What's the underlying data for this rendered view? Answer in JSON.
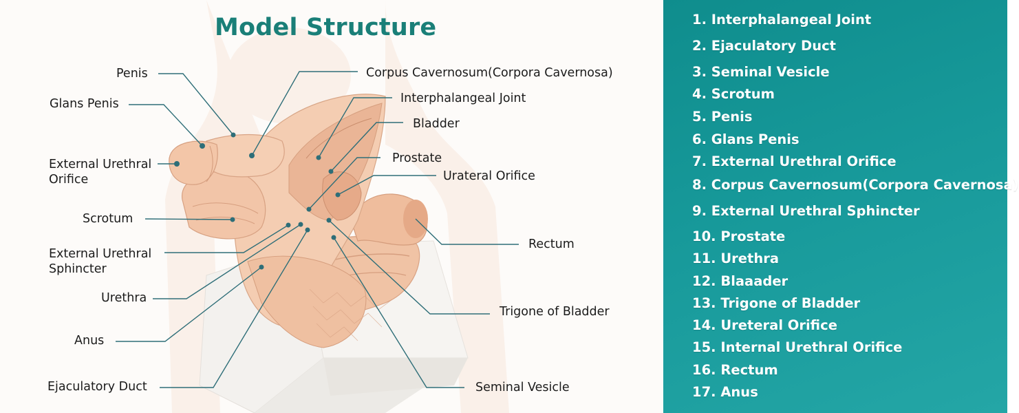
{
  "title": "Model Structure",
  "colors": {
    "title": "#1a7f78",
    "leader_line": "#2e6e78",
    "legend_background": "#139595",
    "model_skin": "#f2c9ae",
    "base": "#f3f1ee"
  },
  "labels": {
    "penis": "Penis",
    "glans_penis": "Glans Penis",
    "external_urethral_orifice_line1": "External Urethral",
    "external_urethral_orifice_line2": "Orifice",
    "scrotum": "Scrotum",
    "external_urethral_sphincter_line1": "External Urethral",
    "external_urethral_sphincter_line2": "Sphincter",
    "urethra": "Urethra",
    "anus": "Anus",
    "ejaculatory_duct": "Ejaculatory Duct",
    "corpus_cavernosum": "Corpus Cavernosum(Corpora Cavernosa)",
    "interphalangeal_joint": "Interphalangeal Joint",
    "bladder": "Bladder",
    "prostate": "Prostate",
    "urateral_orifice": "Urateral Orifice",
    "rectum": "Rectum",
    "trigone_of_bladder": "Trigone of Bladder",
    "seminal_vesicle": "Seminal Vesicle"
  },
  "legend": [
    "1. Interphalangeal Joint",
    "2. Ejaculatory Duct",
    "3. Seminal Vesicle",
    "4. Scrotum",
    "5. Penis",
    "6. Glans Penis",
    "7. External Urethral Orifice",
    "8. Corpus Cavernosum(Corpora Cavernosa)",
    "9. External Urethral Sphincter",
    "10. Prostate",
    "11. Urethra",
    "12. Blaaader",
    "13. Trigone of Bladder",
    "14. Ureteral Orifice",
    "15. Internal Urethral Orifice",
    "16. Rectum",
    "17. Anus"
  ]
}
